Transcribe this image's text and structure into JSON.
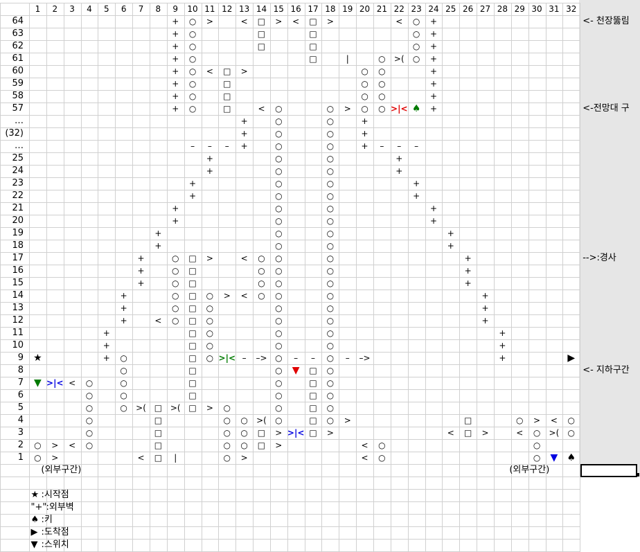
{
  "sheet": {
    "columns": [
      "1",
      "2",
      "3",
      "4",
      "5",
      "6",
      "7",
      "8",
      "9",
      "10",
      "11",
      "12",
      "13",
      "14",
      "15",
      "16",
      "17",
      "18",
      "19",
      "20",
      "21",
      "22",
      "23",
      "24",
      "25",
      "26",
      "27",
      "28",
      "29",
      "30",
      "31",
      "32"
    ],
    "rows": [
      {
        "label": "64",
        "cells": {
          "9": "+",
          "10": "○",
          "11": ">",
          "13": "<",
          "14": "□",
          "15": ">",
          "16": "<",
          "17": "□",
          "18": ">",
          "22": "<",
          "23": "○",
          "24": "+"
        }
      },
      {
        "label": "63",
        "cells": {
          "9": "+",
          "10": "○",
          "14": "□",
          "17": "□",
          "23": "○",
          "24": "+"
        }
      },
      {
        "label": "62",
        "cells": {
          "9": "+",
          "10": "○",
          "14": "□",
          "17": "□",
          "23": "○",
          "24": "+"
        }
      },
      {
        "label": "61",
        "cells": {
          "9": "+",
          "10": "○",
          "17": "□",
          "19": "|",
          "21": "○",
          "22": ">(",
          "23": "○",
          "24": "+"
        }
      },
      {
        "label": "60",
        "cells": {
          "9": "+",
          "10": "○",
          "11": "<",
          "12": "□",
          "13": ">",
          "20": "○",
          "21": "○",
          "24": "+"
        }
      },
      {
        "label": "59",
        "cells": {
          "9": "+",
          "10": "○",
          "12": "□",
          "20": "○",
          "21": "○",
          "24": "+"
        }
      },
      {
        "label": "58",
        "cells": {
          "9": "+",
          "10": "○",
          "12": "□",
          "20": "○",
          "21": "○",
          "24": "+"
        }
      },
      {
        "label": "57",
        "cells": {
          "9": "+",
          "10": "○",
          "12": "□",
          "14": "<",
          "15": "○",
          "18": "○",
          "19": ">",
          "20": "○",
          "21": "○",
          "22": ">|<",
          "23": "♠",
          "24": "+"
        }
      },
      {
        "label": "…",
        "cells": {
          "13": "+",
          "15": "○",
          "18": "○",
          "20": "+"
        }
      },
      {
        "label": "(32)",
        "cells": {
          "13": "+",
          "15": "○",
          "18": "○",
          "20": "+"
        }
      },
      {
        "label": "…",
        "cells": {
          "10": "–",
          "11": "–",
          "12": "–",
          "13": "+",
          "15": "○",
          "18": "○",
          "20": "+",
          "21": "–",
          "22": "–",
          "23": "–"
        }
      },
      {
        "label": "25",
        "cells": {
          "11": "+",
          "15": "○",
          "18": "○",
          "22": "+"
        }
      },
      {
        "label": "24",
        "cells": {
          "11": "+",
          "15": "○",
          "18": "○",
          "22": "+"
        }
      },
      {
        "label": "23",
        "cells": {
          "10": "+",
          "15": "○",
          "18": "○",
          "23": "+"
        }
      },
      {
        "label": "22",
        "cells": {
          "10": "+",
          "15": "○",
          "18": "○",
          "23": "+"
        }
      },
      {
        "label": "21",
        "cells": {
          "9": "+",
          "15": "○",
          "18": "○",
          "24": "+"
        }
      },
      {
        "label": "20",
        "cells": {
          "9": "+",
          "15": "○",
          "18": "○",
          "24": "+"
        }
      },
      {
        "label": "19",
        "cells": {
          "8": "+",
          "15": "○",
          "18": "○",
          "25": "+"
        }
      },
      {
        "label": "18",
        "cells": {
          "8": "+",
          "15": "○",
          "18": "○",
          "25": "+"
        }
      },
      {
        "label": "17",
        "cells": {
          "7": "+",
          "9": "○",
          "10": "□",
          "11": ">",
          "13": "<",
          "14": "○",
          "15": "○",
          "18": "○",
          "26": "+"
        }
      },
      {
        "label": "16",
        "cells": {
          "7": "+",
          "9": "○",
          "10": "□",
          "14": "○",
          "15": "○",
          "18": "○",
          "26": "+"
        }
      },
      {
        "label": "15",
        "cells": {
          "7": "+",
          "9": "○",
          "10": "□",
          "14": "○",
          "15": "○",
          "18": "○",
          "26": "+"
        }
      },
      {
        "label": "14",
        "cells": {
          "6": "+",
          "9": "○",
          "10": "□",
          "11": "○",
          "12": ">",
          "13": "<",
          "14": "○",
          "15": "○",
          "18": "○",
          "27": "+"
        }
      },
      {
        "label": "13",
        "cells": {
          "6": "+",
          "9": "○",
          "10": "□",
          "11": "○",
          "15": "○",
          "18": "○",
          "27": "+"
        }
      },
      {
        "label": "12",
        "cells": {
          "6": "+",
          "8": "<",
          "9": "○",
          "10": "□",
          "11": "○",
          "15": "○",
          "18": "○",
          "27": "+"
        }
      },
      {
        "label": "11",
        "cells": {
          "5": "+",
          "10": "□",
          "11": "○",
          "15": "○",
          "18": "○",
          "28": "+"
        }
      },
      {
        "label": "10",
        "cells": {
          "5": "+",
          "10": "□",
          "11": "○",
          "15": "○",
          "18": "○",
          "28": "+"
        }
      },
      {
        "label": "9",
        "cells": {
          "1": "★",
          "5": "+",
          "6": "○",
          "10": "□",
          "11": "○",
          "12": ">|<",
          "13": "–",
          "14": "–>",
          "15": "○",
          "16": "–",
          "17": "–",
          "18": "○",
          "19": "–",
          "20": "–>",
          "28": "+",
          "32": "▶"
        }
      },
      {
        "label": "8",
        "cells": {
          "6": "○",
          "10": "□",
          "15": "○",
          "16": "▼",
          "17": "□",
          "18": "○"
        }
      },
      {
        "label": "7",
        "cells": {
          "1": "▼",
          "2": ">|<",
          "3": "<",
          "4": "○",
          "6": "○",
          "10": "□",
          "15": "○",
          "17": "□",
          "18": "○"
        }
      },
      {
        "label": "6",
        "cells": {
          "4": "○",
          "6": "○",
          "10": "□",
          "15": "○",
          "17": "□",
          "18": "○"
        }
      },
      {
        "label": "5",
        "cells": {
          "4": "○",
          "6": "○",
          "7": ">(",
          "8": "□",
          "9": ">(",
          "10": "□",
          "11": ">",
          "12": "○",
          "15": "○",
          "17": "□",
          "18": "○"
        }
      },
      {
        "label": "4",
        "cells": {
          "4": "○",
          "8": "□",
          "12": "○",
          "13": "○",
          "14": ">(",
          "15": "○",
          "17": "□",
          "18": "○",
          "19": ">",
          "26": "□",
          "29": "○",
          "30": ">",
          "31": "<",
          "32": "○"
        }
      },
      {
        "label": "3",
        "cells": {
          "4": "○",
          "8": "□",
          "12": "○",
          "13": "○",
          "14": "□",
          "15": ">",
          "16": ">|<",
          "17": "□",
          "18": ">",
          "25": "<",
          "26": "□",
          "27": ">",
          "29": "<",
          "30": "○",
          "31": ">(",
          "32": "○"
        }
      },
      {
        "label": "2",
        "cells": {
          "1": "○",
          "2": ">",
          "3": "<",
          "4": "○",
          "8": "□",
          "12": "○",
          "13": "○",
          "14": "□",
          "15": ">",
          "20": "<",
          "21": "○",
          "30": "○"
        }
      },
      {
        "label": "1",
        "cells": {
          "1": "○",
          "2": ">",
          "7": "<",
          "8": "□",
          "9": "|",
          "12": "○",
          "13": ">",
          "20": "<",
          "21": "○",
          "30": "○",
          "31": "▼",
          "32": "♠"
        }
      },
      {
        "label": "",
        "cells": {}
      }
    ],
    "outer_zone_label": "(외부구간)",
    "side_notes": [
      "<- 천장뚫림",
      "<-전망대 구",
      "-->:경사",
      "<- 지하구간"
    ],
    "legend": [
      {
        "symbol": "★",
        "text": ":시작점"
      },
      {
        "symbol": "\"+\"",
        "text": ":외부벽"
      },
      {
        "symbol": "♠",
        "text": ":키"
      },
      {
        "symbol": "▶",
        "text": ":도착점"
      },
      {
        "symbol": "▼",
        "text": ":스위치"
      }
    ],
    "colors": {
      "grid": "#d0d0d0",
      "gray_panel": "#e6e6e6",
      "green": "#007a00",
      "red": "#e00000",
      "blue": "#0000e0",
      "black": "#000000"
    }
  }
}
